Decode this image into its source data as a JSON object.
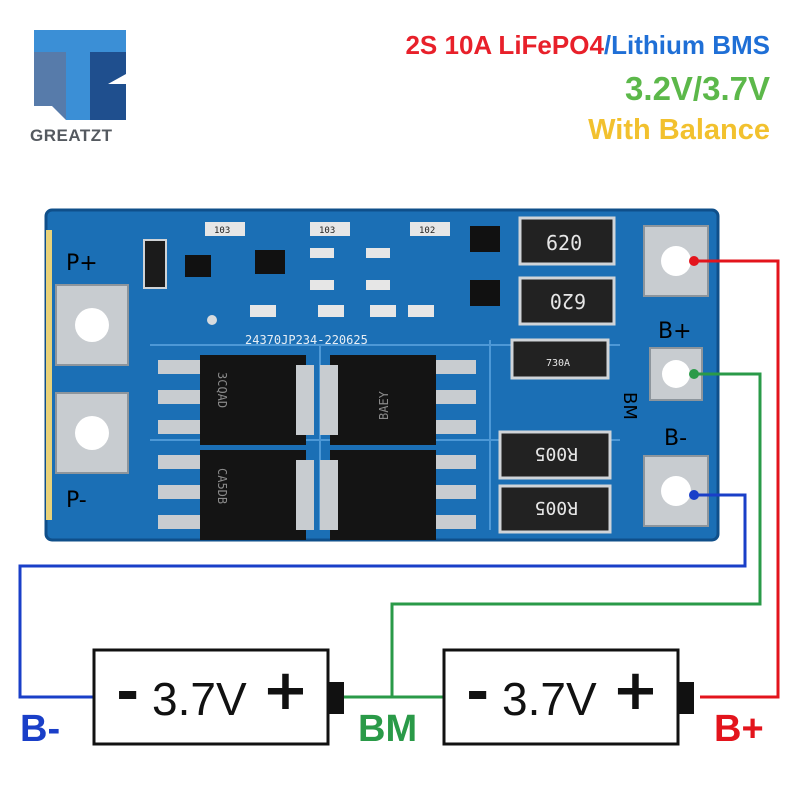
{
  "brand": {
    "name": "GREATZT",
    "logo_letters": "TZ",
    "colors": {
      "dark": "#1f4f8e",
      "light": "#3b8fd6",
      "text": "#555a60"
    }
  },
  "title": {
    "line1_part1": "2S 10A LiFePO4",
    "line1_part2": "/Lithium BMS",
    "line2": "3.2V/3.7V",
    "line3": "With Balance",
    "colors": {
      "red": "#e8202a",
      "blue": "#1f6fd6",
      "green": "#5cb84a",
      "yellow": "#f2c12e"
    }
  },
  "board": {
    "color": "#1b6fb5",
    "pad_labels": {
      "p_plus": "P+",
      "p_minus": "P-",
      "b_plus": "B+",
      "bm": "BM",
      "b_minus": "B-"
    },
    "resistors": {
      "r1": "620",
      "r2": "620",
      "r3": "R005",
      "r4": "R005",
      "r5": "730A"
    },
    "mosfets": {
      "m1": "3CQAD",
      "m2": "BAEY",
      "m3": "CA5DB"
    },
    "silk_codes": {
      "small1": "103",
      "small2": "103",
      "small3": "102",
      "serial": "24370JP234-220625"
    }
  },
  "cells": [
    {
      "minus": "-",
      "voltage": "3.7V",
      "plus": "+"
    },
    {
      "minus": "-",
      "voltage": "3.7V",
      "plus": "+"
    }
  ],
  "wires": {
    "b_minus": {
      "label": "B-",
      "color": "#1a3fc8"
    },
    "bm": {
      "label": "BM",
      "color": "#2a9a48"
    },
    "b_plus": {
      "label": "B+",
      "color": "#e3141c"
    }
  }
}
